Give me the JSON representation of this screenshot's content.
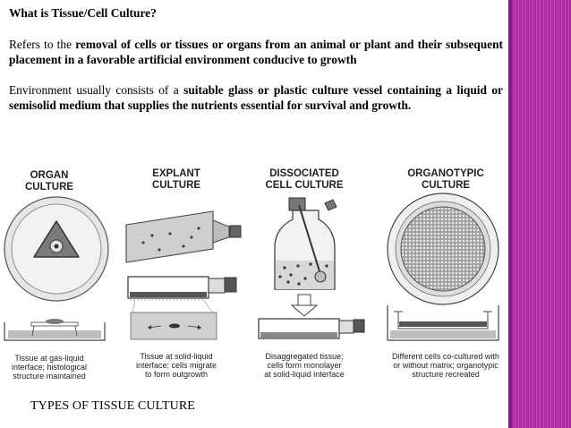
{
  "slide": {
    "title": "What is Tissue/Cell Culture?",
    "para1": {
      "lead": "Refers to the ",
      "bold": "removal of cells or tissues or organs from an animal or plant and their subsequent placement in a favorable artificial environment conducive to growth"
    },
    "para2": {
      "lead": "Environment usually consists of a ",
      "bold": "suitable glass or plastic culture vessel containing a liquid or semisolid medium that supplies the nutrients essential for survival and growth."
    },
    "caption": "TYPES OF TISSUE CULTURE",
    "accent_color": "#b02aa3"
  },
  "figure": {
    "panels": [
      {
        "heading_line1": "ORGAN",
        "heading_line2": "CULTURE",
        "desc_line1": "Tissue at gas-liquid",
        "desc_line2": "interface; histological",
        "desc_line3": "structure maintained"
      },
      {
        "heading_line1": "EXPLANT",
        "heading_line2": "CULTURE",
        "desc_line1": "Tissue at solid-liquid",
        "desc_line2": "interface; cells migrate",
        "desc_line3": "to form outgrowth"
      },
      {
        "heading_line1": "DISSOCIATED",
        "heading_line2": "CELL CULTURE",
        "desc_line1": "Disaggregated tissue;",
        "desc_line2": "cells form monolayer",
        "desc_line3": "at solid-liquid interface"
      },
      {
        "heading_line1": "ORGANOTYPIC",
        "heading_line2": "CULTURE",
        "desc_line1": "Different cells co-cultured with",
        "desc_line2": "or without matrix; organotypic",
        "desc_line3": "structure recreated"
      }
    ]
  }
}
